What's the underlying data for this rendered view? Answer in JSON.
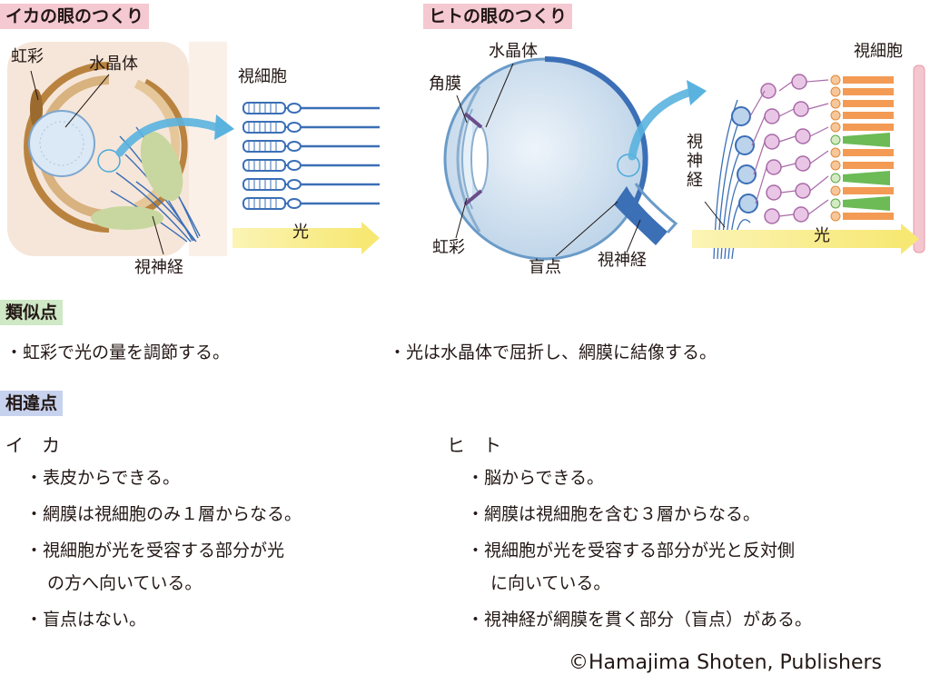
{
  "squid_section": {
    "title": "イカの眼のつくり",
    "labels": {
      "iris": "虹彩",
      "lens": "水晶体",
      "photoreceptor": "視細胞",
      "optic_nerve": "視神経",
      "light": "光"
    }
  },
  "human_section": {
    "title": "ヒトの眼のつくり",
    "labels": {
      "lens": "水晶体",
      "cornea": "角膜",
      "iris": "虹彩",
      "blind_spot": "盲点",
      "optic_nerve": "視神経",
      "photoreceptor": "視細胞",
      "optic_nerve_vertical": "視神経",
      "light": "光"
    }
  },
  "similarities": {
    "heading": "類似点",
    "items": [
      "・虹彩で光の量を調節する。",
      "・光は水晶体で屈折し、網膜に結像する。"
    ]
  },
  "differences": {
    "heading": "相違点",
    "squid": {
      "name": "イ　カ",
      "items": [
        "・表皮からできる。",
        "・網膜は視細胞のみ１層からなる。",
        "・視細胞が光を受容する部分が光",
        "の方へ向いている。",
        "・盲点はない。"
      ]
    },
    "human": {
      "name": "ヒ　ト",
      "items": [
        "・脳からできる。",
        "・網膜は視細胞を含む３層からなる。",
        "・視細胞が光を受容する部分が光と反対側",
        "に向いている。",
        "・視神経が網膜を貫く部分（盲点）がある。"
      ]
    }
  },
  "copyright": "©Hamajima Shoten, Publishers",
  "colors": {
    "title_bg": "#f5c9d1",
    "similar_bg": "#cfe8c6",
    "diff_bg": "#c7d2ee",
    "nerve": "#3b6fb6",
    "light_arrow": "#f8ec8a"
  }
}
